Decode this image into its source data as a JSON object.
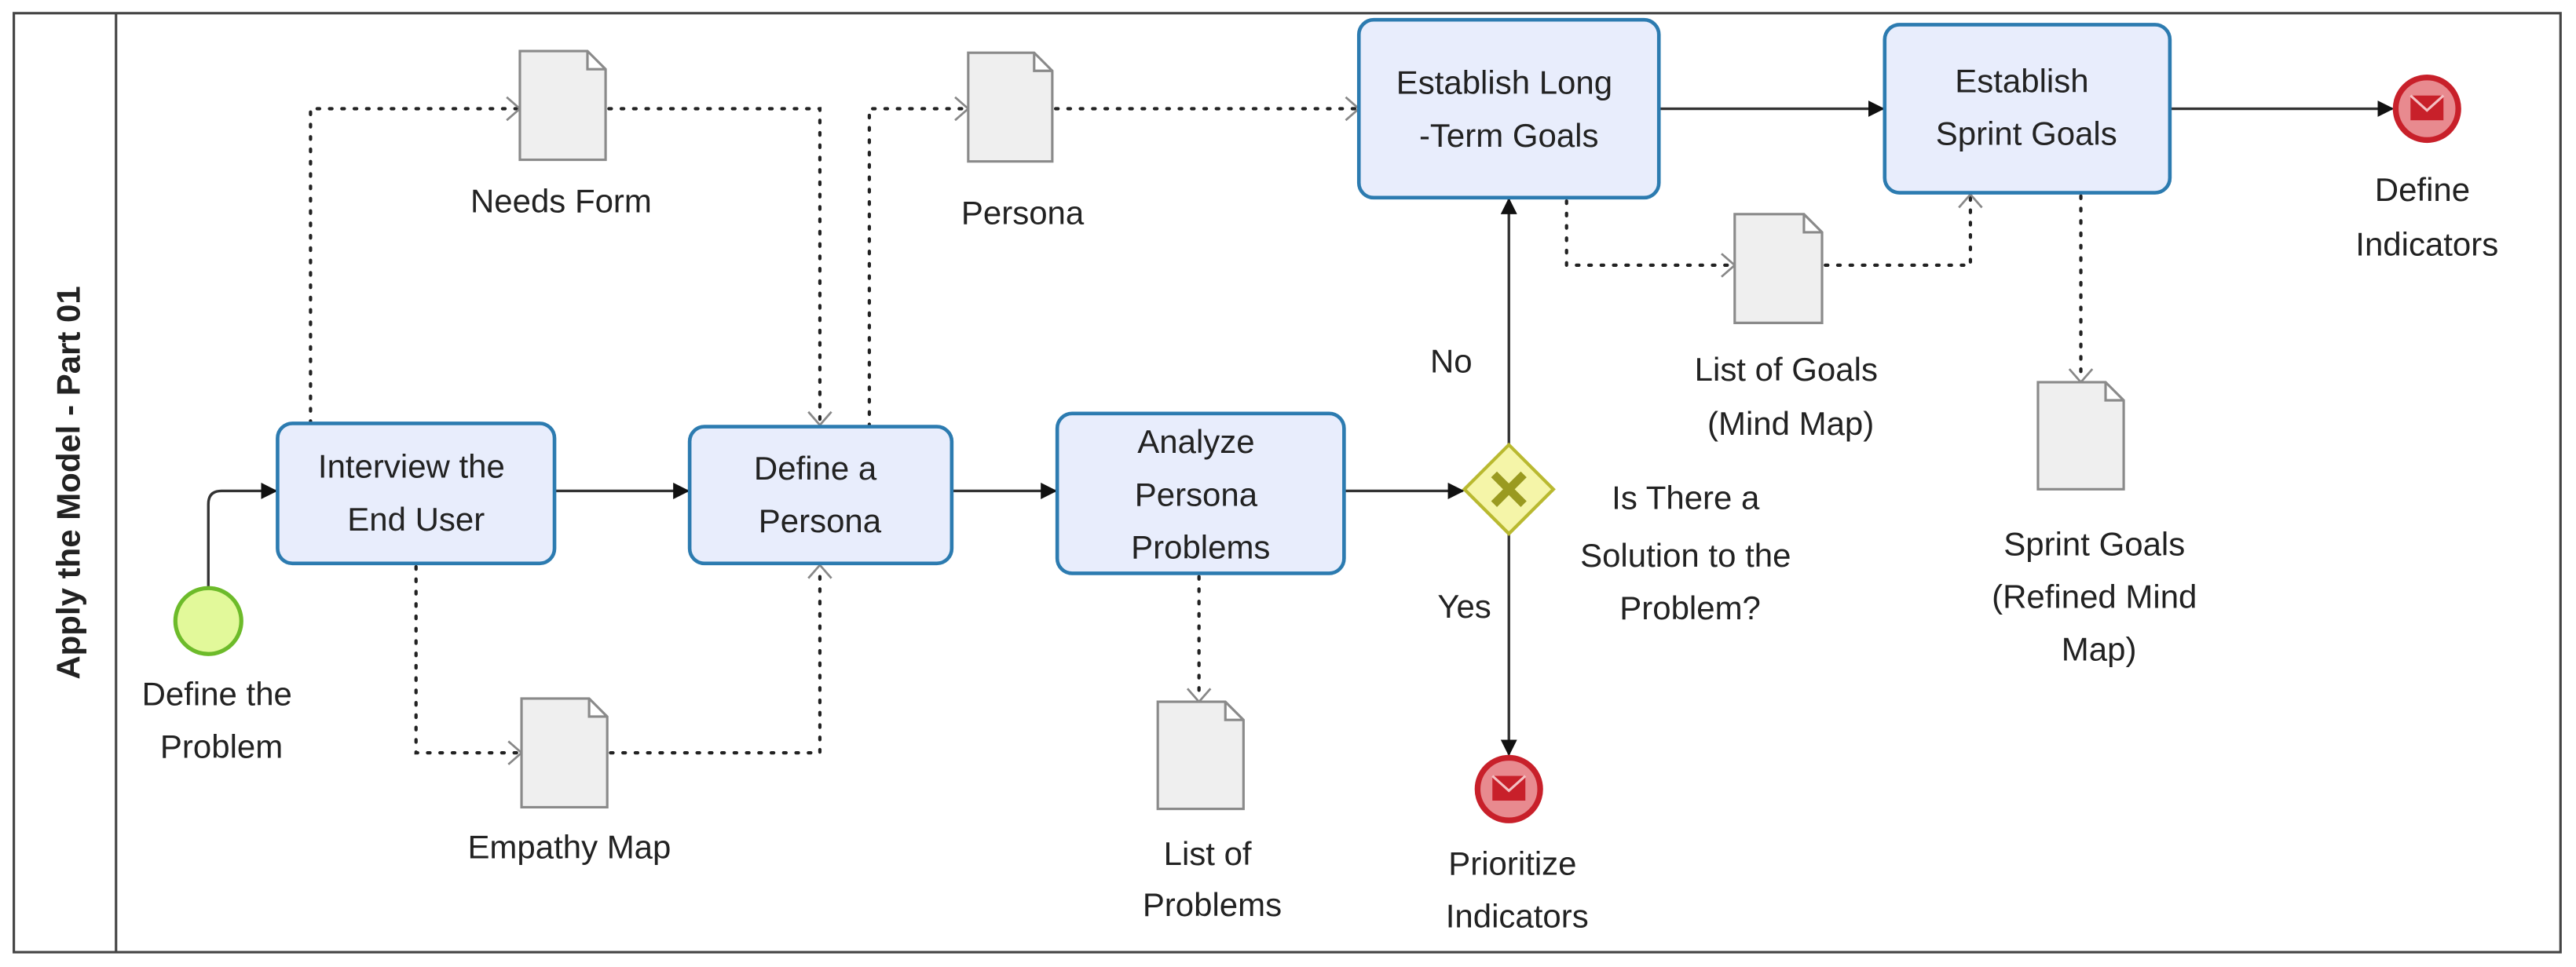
{
  "pool": {
    "lane_title": "Apply the Model - Part 01"
  },
  "start_event": {
    "label": [
      "Define the",
      "Problem"
    ],
    "color": "#e2f99a"
  },
  "tasks": [
    {
      "id": "interview",
      "label": [
        "Interview the",
        "End User"
      ]
    },
    {
      "id": "persona",
      "label": [
        "Define a",
        "Persona"
      ]
    },
    {
      "id": "analyze",
      "label": [
        "Analyze",
        "Persona",
        "Problems"
      ]
    },
    {
      "id": "longterm",
      "label": [
        "Establish Long",
        "-Term Goals"
      ]
    },
    {
      "id": "sprint",
      "label": [
        "Establish",
        "Sprint Goals"
      ]
    }
  ],
  "gateway": {
    "label": [
      "Is There a",
      "Solution to the",
      "Problem?"
    ],
    "no_label": "No",
    "yes_label": "Yes",
    "color": "#f5f5a8"
  },
  "end_events": [
    {
      "id": "define-indicators",
      "label": [
        "Define",
        "Indicators"
      ],
      "icon": "envelope-icon",
      "color": "#c8202a"
    },
    {
      "id": "prioritize-indicators",
      "label": [
        "Prioritize",
        "Indicators"
      ],
      "icon": "envelope-icon",
      "color": "#c8202a"
    }
  ],
  "documents": [
    {
      "id": "needs-form",
      "label": [
        "Needs Form"
      ]
    },
    {
      "id": "persona-doc",
      "label": [
        "Persona"
      ]
    },
    {
      "id": "empathy-map",
      "label": [
        "Empathy Map"
      ]
    },
    {
      "id": "list-of-problems",
      "label": [
        "List of",
        "Problems"
      ]
    },
    {
      "id": "list-of-goals",
      "label": [
        "List of Goals",
        "(Mind Map)"
      ]
    },
    {
      "id": "sprint-goals-doc",
      "label": [
        "Sprint Goals",
        "(Refined Mind",
        "Map)"
      ]
    }
  ]
}
